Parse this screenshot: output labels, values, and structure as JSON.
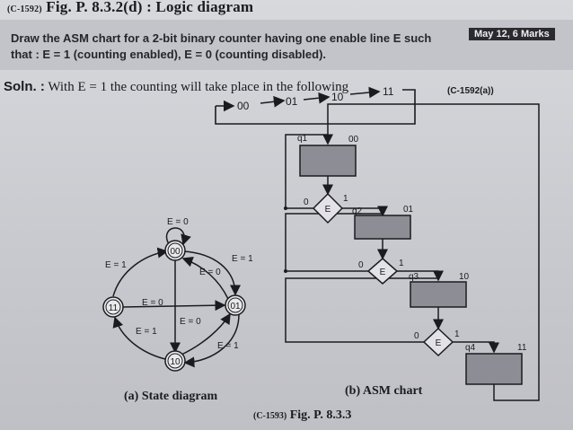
{
  "header": {
    "code": "(C-1592)",
    "figure": "Fig. P. 8.3.2(d) : Logic diagram"
  },
  "question": {
    "line1": "Draw the ASM chart for a 2-bit binary counter having one enable line E such",
    "line2": "that : E = 1 (counting enabled), E = 0 (counting disabled).",
    "marks_tag": "May 12, 6 Marks"
  },
  "solution": {
    "label": "Soln. :",
    "text": "With E = 1 the counting will take place in the following"
  },
  "sequence": [
    "00",
    "01",
    "10",
    "11"
  ],
  "figure_code_a": "(C-1592(a))",
  "state_diagram": {
    "caption": "(a) State diagram",
    "states": [
      "00",
      "01",
      "10",
      "11"
    ],
    "labels": {
      "self_loop": "E = 0",
      "s00_s01": "E = 1",
      "s01_s00": "E = 0",
      "s11_s00": "E = 1",
      "s11_s01": "E = 0",
      "s10_s11": "E = 1",
      "s10_s01": "E = 0",
      "s01_s10": "E = 1"
    }
  },
  "asm_chart": {
    "caption": "(b) ASM chart",
    "q_labels": [
      "q1",
      "q2",
      "q3",
      "q4"
    ],
    "state_codes": [
      "00",
      "01",
      "10",
      "11"
    ],
    "decision_label": "E",
    "branch_zero": "0",
    "branch_one": "1"
  },
  "footer": {
    "code": "(C-1593)",
    "figure": "Fig. P. 8.3.3"
  }
}
